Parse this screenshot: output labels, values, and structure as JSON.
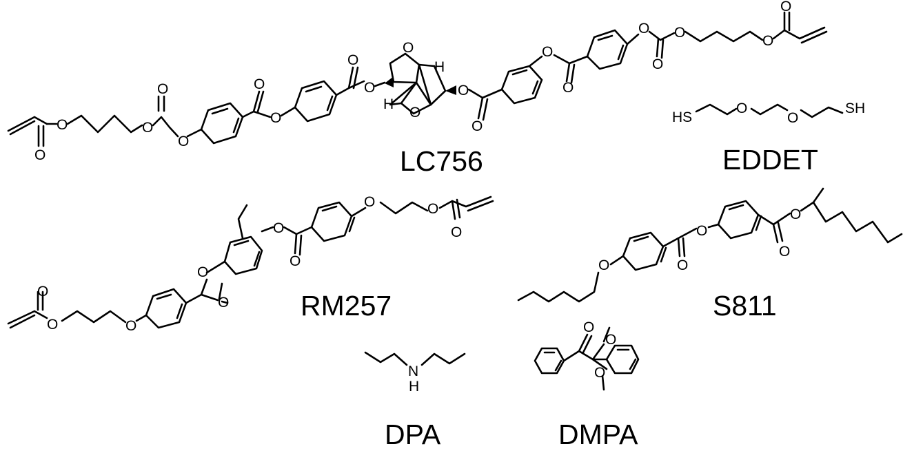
{
  "figure": {
    "labels": {
      "lc756": "LC756",
      "eddet": "EDDET",
      "rm257": "RM257",
      "s811": "S811",
      "dpa": "DPA",
      "dmpa": "DMPA"
    },
    "eddet_atoms": {
      "hs": "HS",
      "o1": "O",
      "o2": "O",
      "sh": "SH"
    },
    "dpa_atoms": {
      "n": "N",
      "h": "H"
    },
    "oxygen_symbol": "O",
    "hydrogen_symbol": "H",
    "line_color": "#000000",
    "background_color": "#ffffff"
  }
}
